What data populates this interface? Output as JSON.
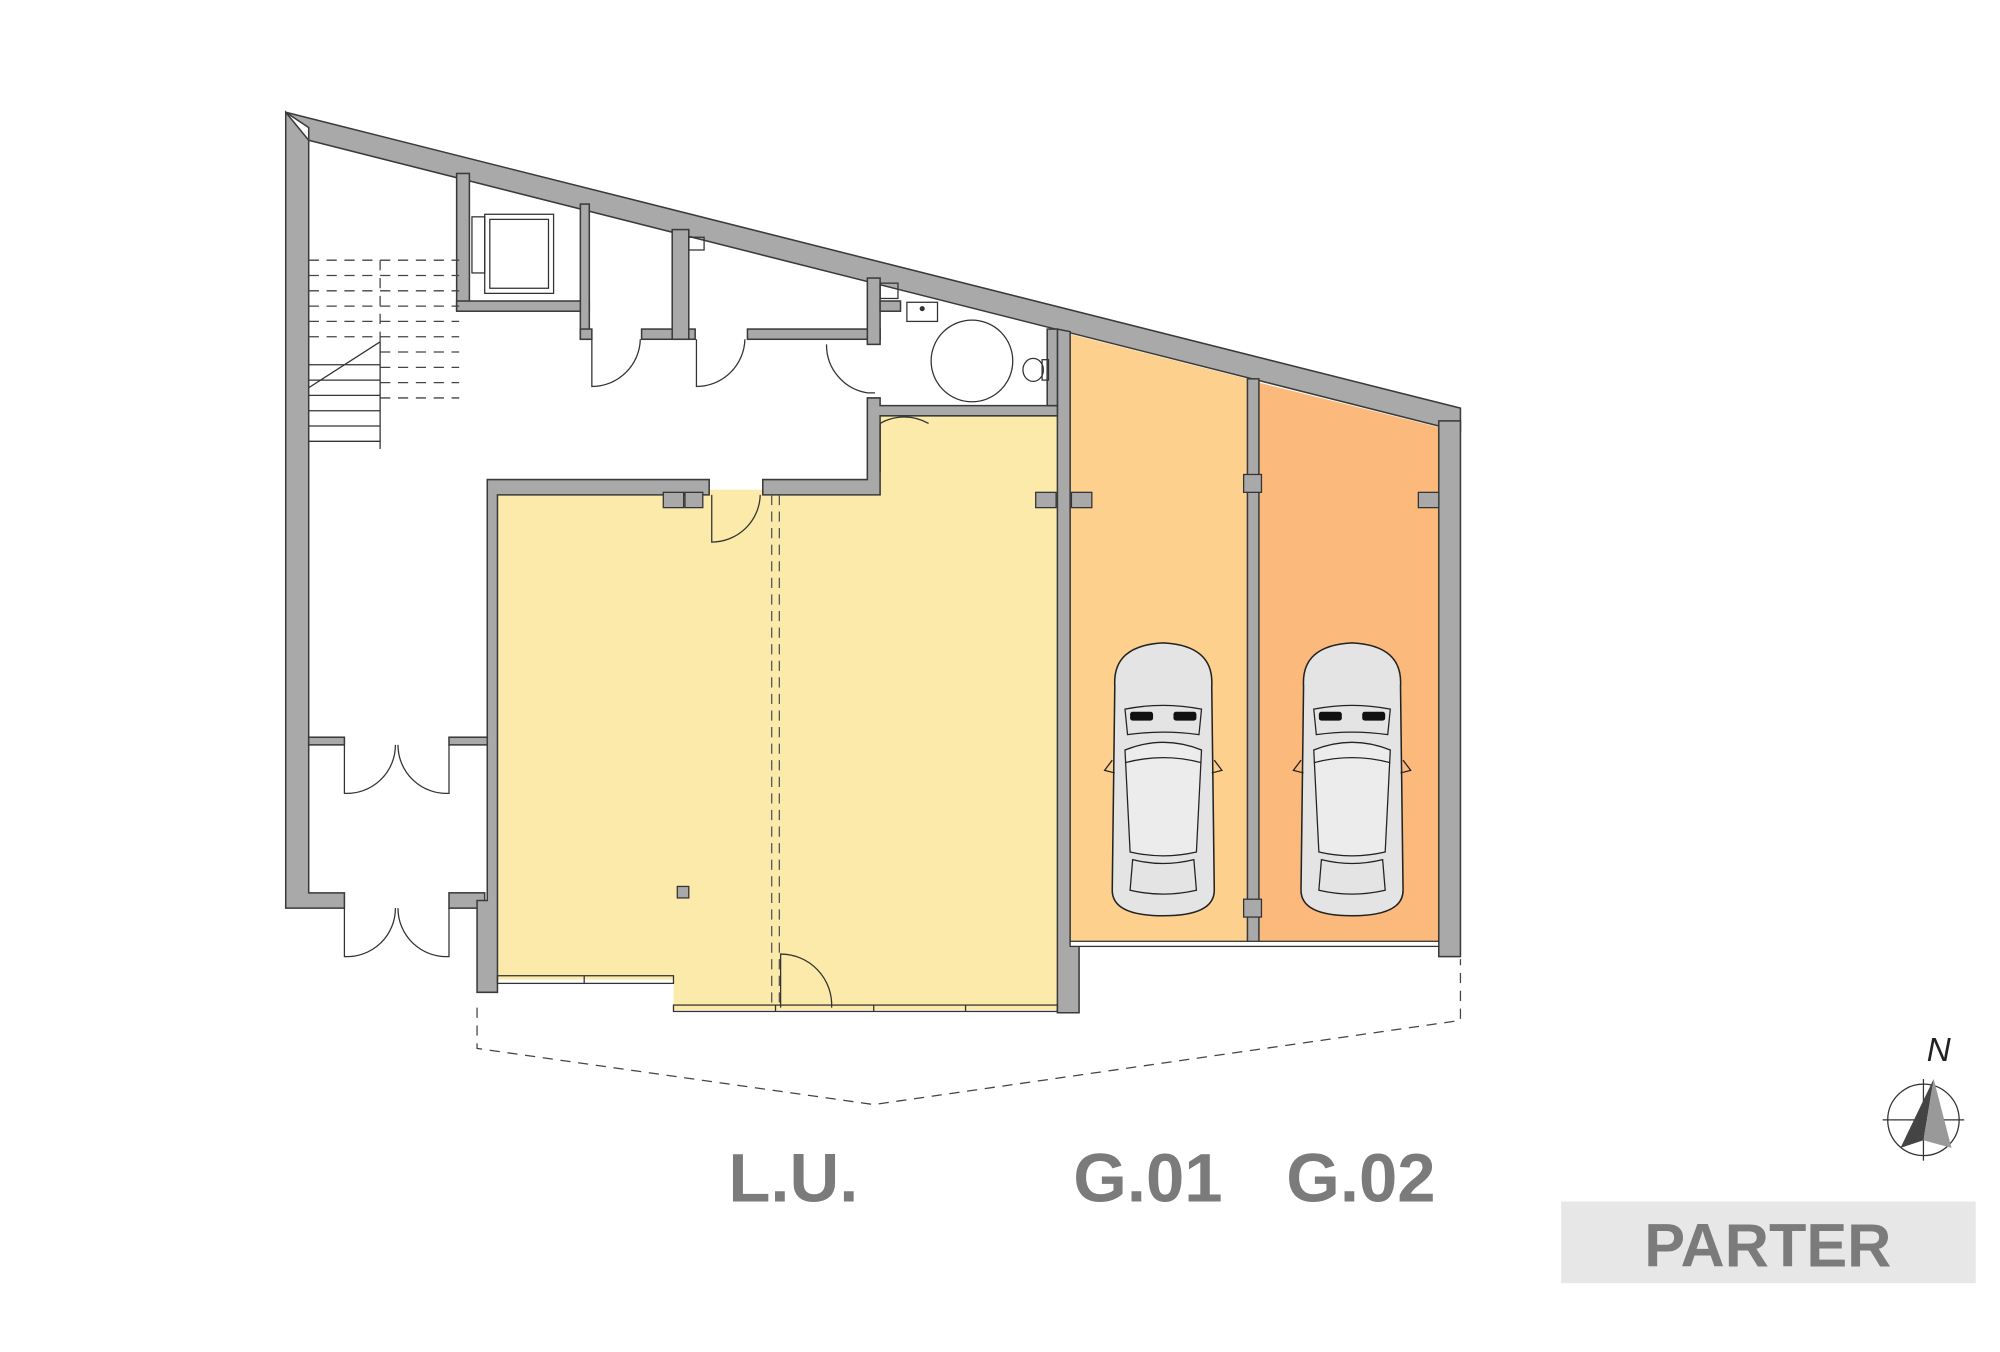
{
  "plan": {
    "floor_title": "PARTER",
    "north_label": "N",
    "units": [
      {
        "id": "lu",
        "label": "L.U.",
        "color": "#fbeaa9"
      },
      {
        "id": "g01",
        "label": "G.01",
        "color": "#fdd08e"
      },
      {
        "id": "g02",
        "label": "G.02",
        "color": "#fcb97c"
      }
    ],
    "wall_color": "#a9a9a9",
    "title_bg": "#e7e7e7",
    "icons": [
      "car-icon",
      "car-icon",
      "north-compass-icon",
      "elevator-icon",
      "toilet-icon",
      "sink-icon",
      "stairs-icon"
    ]
  }
}
